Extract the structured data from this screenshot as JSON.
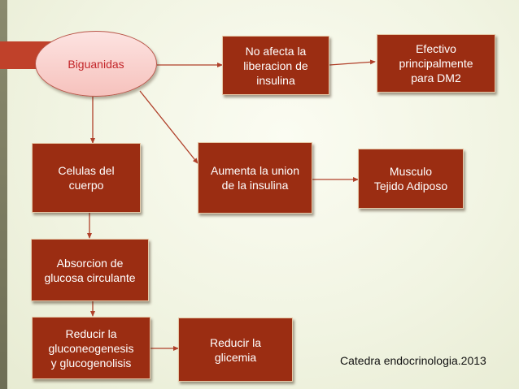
{
  "colors": {
    "box_fill": "#9b2d12",
    "box_text": "#ffffff",
    "ellipse_fill": "#f8cfca",
    "ellipse_text": "#c3262a",
    "arrow": "#b0402a",
    "accent": "#c0412a"
  },
  "diagram": {
    "start_node": "Biguanidas",
    "nodes": {
      "no_afecta": "No afecta la\nliberacion de\ninsulina",
      "efectivo": "Efectivo\nprincipalmente\npara DM2",
      "celulas": "Celulas del\ncuerpo",
      "aumenta": "Aumenta la union\nde la insulina",
      "musculo": "Musculo\nTejido Adiposo",
      "absorcion": "Absorcion de\nglucosa circulante",
      "reducir_gluco": "Reducir la\ngluconeogenesis\ny glucogenolisis",
      "reducir_glicemia": "Reducir la\nglicemia"
    },
    "edges": [
      [
        "start",
        "no_afecta"
      ],
      [
        "no_afecta",
        "efectivo"
      ],
      [
        "start",
        "celulas"
      ],
      [
        "start",
        "aumenta"
      ],
      [
        "aumenta",
        "musculo"
      ],
      [
        "celulas",
        "absorcion"
      ],
      [
        "absorcion",
        "reducir_gluco"
      ],
      [
        "reducir_gluco",
        "reducir_glicemia"
      ]
    ]
  },
  "footer": "Catedra endocrinologia.2013"
}
